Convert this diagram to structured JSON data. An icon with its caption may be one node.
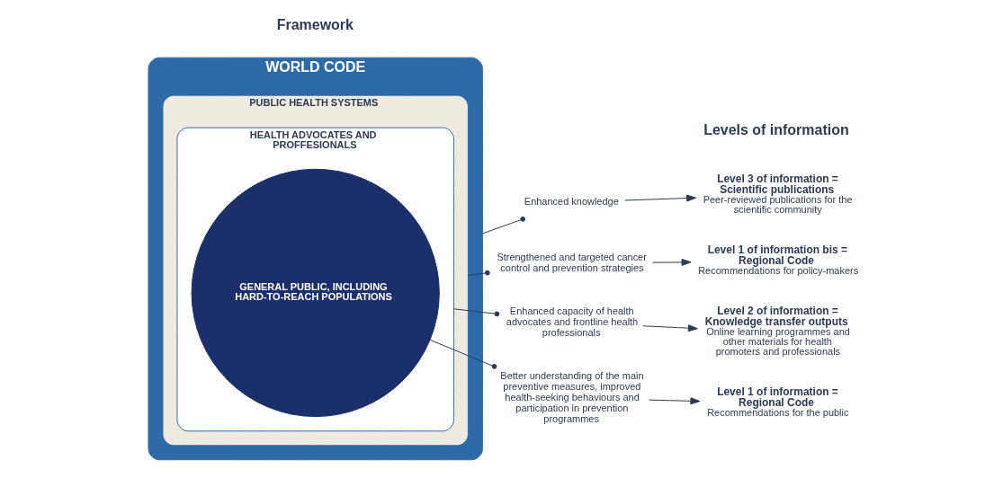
{
  "diagram": {
    "nodes": [
      {
        "text": [
          "WORLD CODE"
        ]
      },
      {
        "text": [
          "PUBLIC HEALTH SYSTEMS"
        ],
        "in": 0
      },
      {
        "text": [
          "HEALTH ADVOCATES AND PROFFESIONALS"
        ],
        "in": 1
      },
      {
        "text": [
          "GENERAL PUBLIC, INCLUDING HARD-TO-REACH POPULATIONS"
        ],
        "in": 2
      },
      {
        "text": [
          "Enhanced knowledge"
        ]
      },
      {
        "text": [
          "Strengthened and targeted cancer control and prevention strategies"
        ]
      },
      {
        "text": [
          "Enhanced capacity of health advocates and frontline health professionals"
        ]
      },
      {
        "text": [
          "Better understanding of the main preventive measures, improved health-seeking behaviours and participation in prevention programmes"
        ]
      },
      {
        "text": [
          "Level 3 of information = Scientific publications",
          "Peer-reviewed publications for the scientific community"
        ]
      },
      {
        "text": [
          "Level 1 of information bis = Regional Code",
          "Recommendations for policy-makers"
        ]
      },
      {
        "text": [
          "Level 2 of information = Knowledge transfer outputs",
          "Online learning programmes and other materials for health promoters and professionals"
        ]
      },
      {
        "text": [
          "Level 1 of information = Regional Code",
          "Recommendations for the public"
        ]
      }
    ],
    "edges": [
      {
        "from": 0,
        "to": 4,
        "arrow": "other"
      },
      {
        "from": 1,
        "to": 5,
        "arrow": "other"
      },
      {
        "from": 2,
        "to": 6,
        "arrow": "other"
      },
      {
        "from": 3,
        "to": 7,
        "arrow": "other"
      },
      {
        "from": 4,
        "to": 8,
        "arrow": "to"
      },
      {
        "from": 5,
        "to": 9,
        "arrow": "to"
      },
      {
        "from": 6,
        "to": 10,
        "arrow": "to"
      },
      {
        "from": 7,
        "to": 11,
        "arrow": "to"
      }
    ],
    "labels": [
      "Framework",
      "Levels of information"
    ]
  }
}
